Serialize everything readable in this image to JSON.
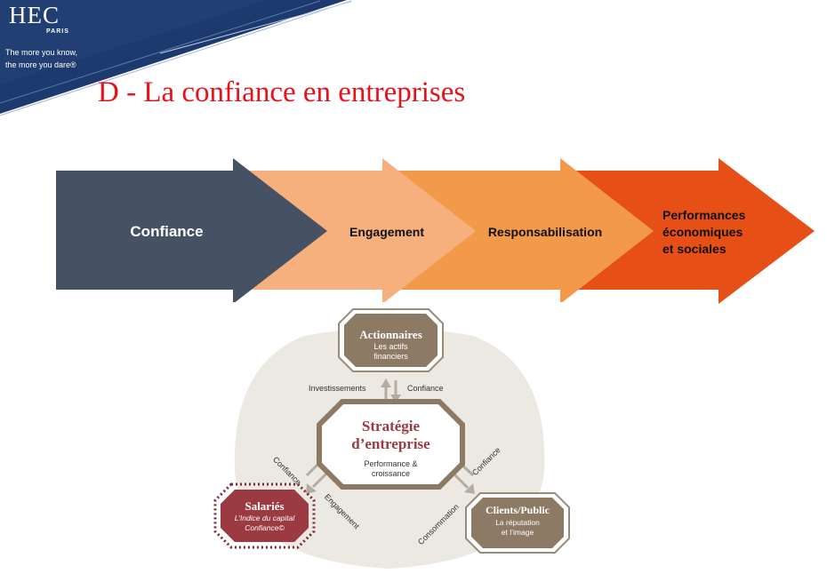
{
  "header": {
    "logo": "HEC",
    "logo_sub": "PARIS",
    "tagline_line1": "The more you know,",
    "tagline_line2": "the more you dare®"
  },
  "title": "D - La confiance en entreprises",
  "flow": {
    "steps": [
      {
        "label": "Confiance",
        "color": "#465263"
      },
      {
        "label": "Engagement",
        "color": "#f6b07e"
      },
      {
        "label": "Responsabilisation",
        "color": "#f29a4a"
      },
      {
        "label_lines": [
          "Performances",
          "économiques",
          "et sociales"
        ],
        "color": "#e64f16"
      }
    ]
  },
  "diagram": {
    "center_title_1": "Stratégie",
    "center_title_2": "d’entreprise",
    "center_sub_1": "Performance &",
    "center_sub_2": "croissance",
    "top_title": "Actionnaires",
    "top_sub_1": "Les actifs",
    "top_sub_2": "financiers",
    "left_title": "Salariés",
    "left_sub_1": "L’Indice du capital",
    "left_sub_2": "Confiance©",
    "right_title": "Clients/Public",
    "right_sub_1": "La réputation",
    "right_sub_2": "et l’image",
    "edge_investissements": "Investissements",
    "edge_confiance_top": "Confiance",
    "edge_confiance_left": "Confiance",
    "edge_engagement": "Engagement",
    "edge_confiance_right": "Confiance",
    "edge_consommation": "Consommation",
    "colors": {
      "brown": "#8c7a65",
      "red": "#9b3a40",
      "bg": "#ece8e2"
    }
  }
}
